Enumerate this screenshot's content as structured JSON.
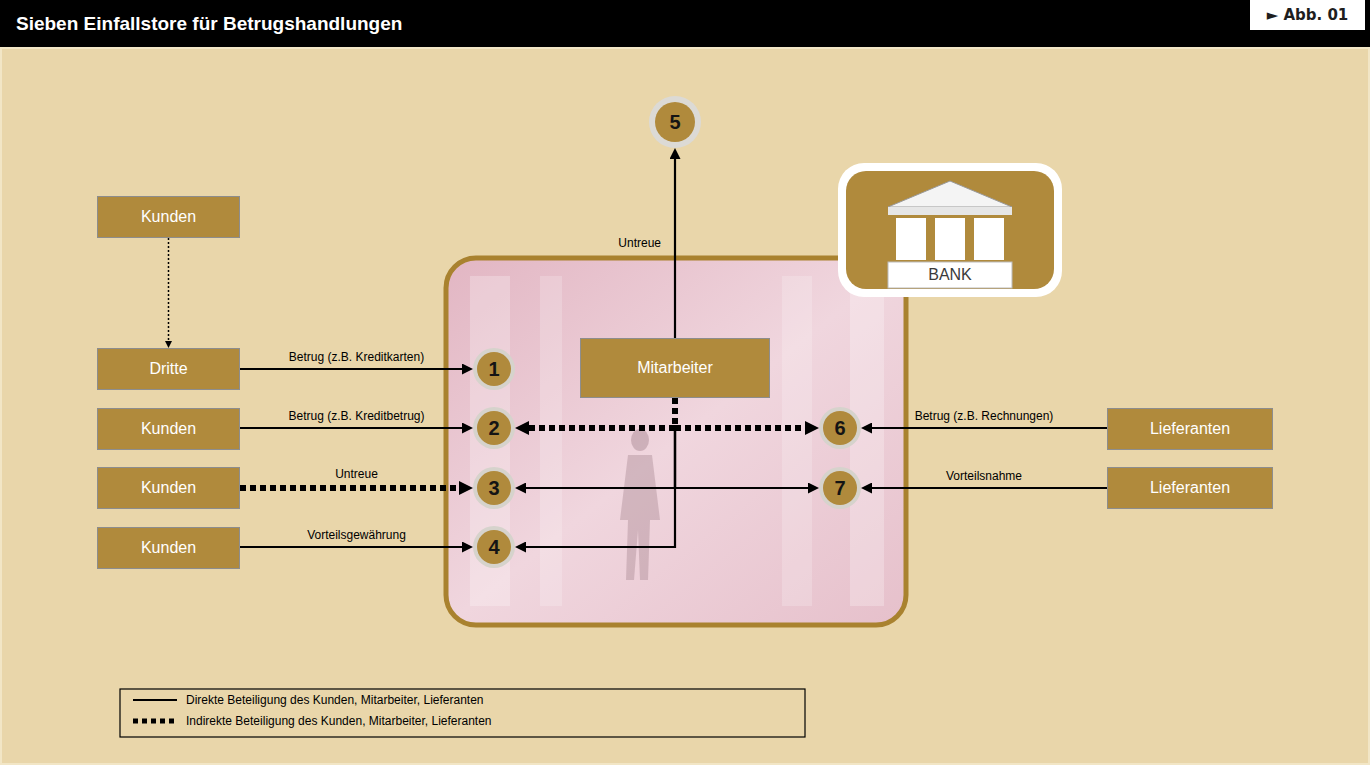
{
  "diagram": {
    "title": "Sieben Einfallstore für Betrugshandlungen",
    "nodes": [
      {
        "text": [
          "5"
        ]
      },
      {
        "text": [
          "BANK"
        ]
      },
      {
        "text": [
          "Kunden"
        ]
      },
      {
        "text": [
          "Dritte"
        ]
      },
      {
        "text": [
          "1"
        ]
      },
      {
        "text": [
          "Mitarbeiter"
        ]
      },
      {
        "text": [
          "Kunden"
        ]
      },
      {
        "text": [
          "2"
        ]
      },
      {
        "text": [
          "6"
        ]
      },
      {
        "text": [
          "Lieferanten"
        ]
      },
      {
        "text": [
          "Kunden"
        ]
      },
      {
        "text": [
          "3"
        ]
      },
      {
        "text": [
          "7"
        ]
      },
      {
        "text": [
          "Lieferanten"
        ]
      },
      {
        "text": [
          "Kunden"
        ]
      },
      {
        "text": [
          "4"
        ]
      }
    ],
    "edges": [
      {
        "from": 2,
        "to": 3,
        "arrow": "to"
      },
      {
        "from": 3,
        "to": 4,
        "label": "Betrug (z.B. Kreditkarten)",
        "arrow": "to"
      },
      {
        "from": 5,
        "to": 0,
        "label": "Untreue",
        "arrow": "to"
      },
      {
        "from": 6,
        "to": 7,
        "label": "Betrug (z.B. Kreditbetrug)",
        "arrow": "to"
      },
      {
        "from": 9,
        "to": 8,
        "label": "Betrug (z.B. Rechnungen)",
        "arrow": "to"
      },
      {
        "from": 5,
        "to": 7,
        "arrow": "to"
      },
      {
        "from": 5,
        "to": 8,
        "arrow": "to"
      },
      {
        "from": 10,
        "to": 11,
        "label": "Untreue",
        "arrow": "to"
      },
      {
        "from": 13,
        "to": 12,
        "label": "Vorteilsnahme",
        "arrow": "to"
      },
      {
        "from": 5,
        "to": 11,
        "arrow": "to"
      },
      {
        "from": 5,
        "to": 12,
        "arrow": "to"
      },
      {
        "from": 14,
        "to": 15,
        "label": "Vorteilsgewährung",
        "arrow": "to"
      },
      {
        "from": 5,
        "to": 15,
        "arrow": "to"
      }
    ],
    "labels": [
      "► Abb. 01"
    ],
    "legend": [
      {
        "text": "Direkte Beteiligung des Kunden, Mitarbeiter, Lieferanten"
      },
      {
        "text": "Indirekte Beteiligung des Kunden, Mitarbeiter, Lieferanten"
      }
    ]
  }
}
